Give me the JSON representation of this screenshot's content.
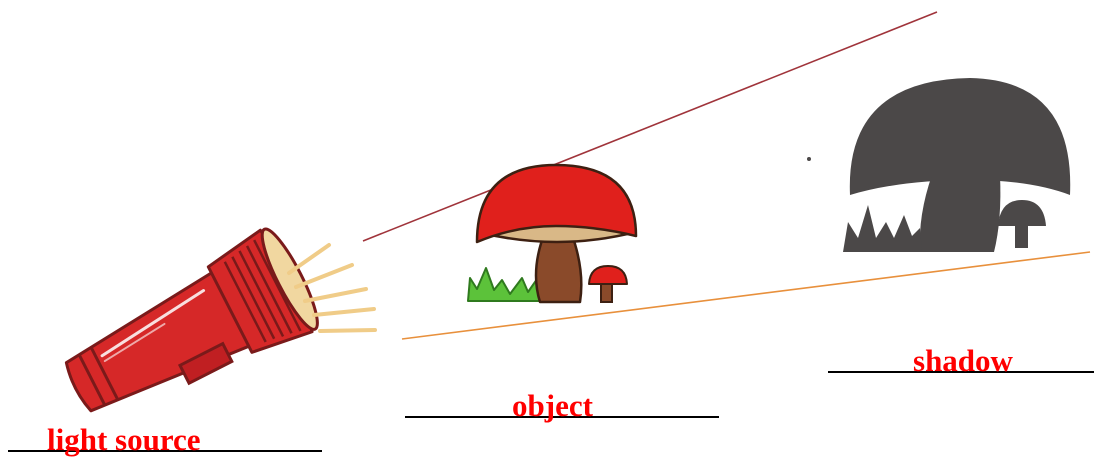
{
  "labels": {
    "light_source": "light source",
    "object": "object",
    "shadow": "shadow"
  },
  "colors": {
    "label_text": "#ff0000",
    "upper_ray": "#a0343b",
    "lower_ray": "#e8903c",
    "flashlight_body": "#d62828",
    "flashlight_outline": "#7a1a1a",
    "flashlight_lens": "#f1d7a0",
    "light_beams": "#f0cc88",
    "mushroom_cap": "#e0201c",
    "mushroom_underside": "#d9b887",
    "mushroom_stem": "#8a4a2a",
    "grass": "#5cc23a",
    "shadow_fill": "#4b4848",
    "blank_line": "#000000"
  },
  "figures": {
    "light_source_icon": "flashlight-icon",
    "object_icon": "mushroom-icon",
    "shadow_icon": "mushroom-shadow-icon"
  }
}
